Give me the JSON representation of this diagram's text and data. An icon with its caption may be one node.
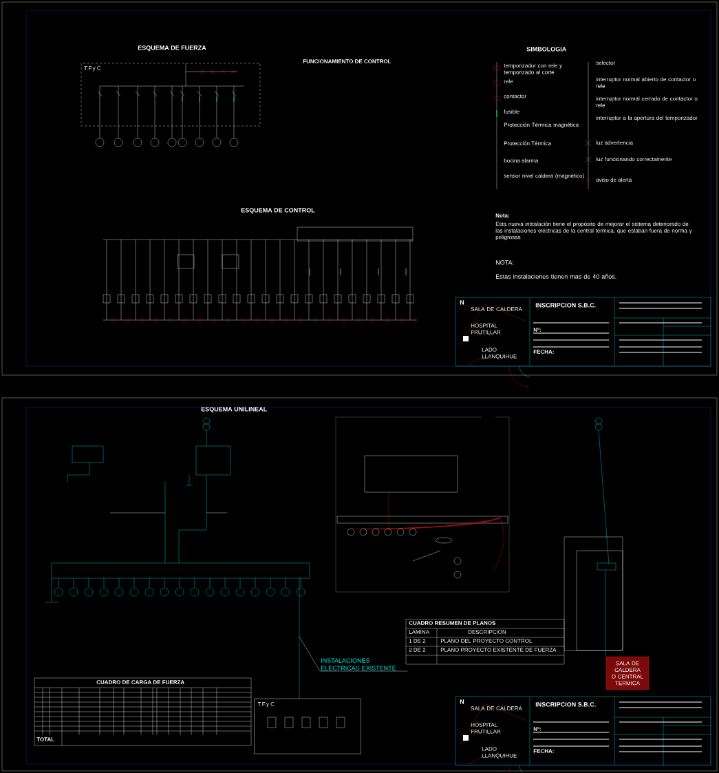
{
  "diagram": {
    "nodes": [
      {
        "text": [
          "INSTALACIONES ELECTRICAS EXISTENTE"
        ]
      },
      {
        "text": [
          "T.F.y C"
        ]
      },
      {
        "text": [
          "SALA DE CALDERA O CENTRAL TERMICA"
        ]
      }
    ],
    "edges": [
      {
        "from": 0,
        "to": null,
        "arrow": "none",
        "color": "#ffffff"
      },
      {
        "from": null,
        "to": 1,
        "arrow": "none"
      },
      {
        "from": null,
        "to": 2,
        "arrow": "none"
      }
    ],
    "labels": [
      "ESQUEMA DE FUERZA",
      "T.F.y C",
      "FUNCIONAMIENTO DE CONTROL",
      "SIMBOLOGIA",
      "temporizador con rele y temporizado al corte",
      "rele",
      "contactor",
      "fusible",
      "Protección Térmica magnética",
      "Protección Térmica",
      "bocina alarma",
      "sensor nivel caldera (magnético)",
      "selector",
      "interruptor normal abierto de contactor o rele",
      "interruptor normal cerrado de contactor o rele",
      "interruptor a la apertura del temporizador",
      "luz advertencia",
      "luz funcionando correctamente",
      "aviso de alerta",
      "ESQUEMA DE CONTROL",
      "Nota:",
      "Esta nueva instalación tiene el propósito de mejorar el sistema deteriorado de las instalaciones eléctricas de la central térmica, que estaban fuera de norma y peligrosas",
      "NOTA:",
      "Estas instalaciones tienen mas de 40 años.",
      "INSCRIPCION S.B.C.",
      "Nº:",
      "FECHA:",
      "N",
      "SALA DE CALDERA",
      "HOSPITAL FRUTILLAR",
      "LADO LLANQUIHUE",
      "ESQUEMA UNILINEAL",
      "CUADRO RESUMEN DE PLANOS",
      "LAMINA",
      "DESCRIPCION",
      "1 DE 2",
      "PLANO DEL PROYECTO CONTROL",
      "2 DE 2",
      "PLANO PROYECTO EXISTENTE DE FUERZA",
      "CUADRO DE CARGA DE FUERZA",
      "TOTAL",
      "INSCRIPCION S.B.C.",
      "Nº:",
      "FECHA:",
      "N",
      "SALA DE CALDERA",
      "HOSPITAL FRUTILLAR",
      "LADO LLANQUIHUE"
    ]
  }
}
